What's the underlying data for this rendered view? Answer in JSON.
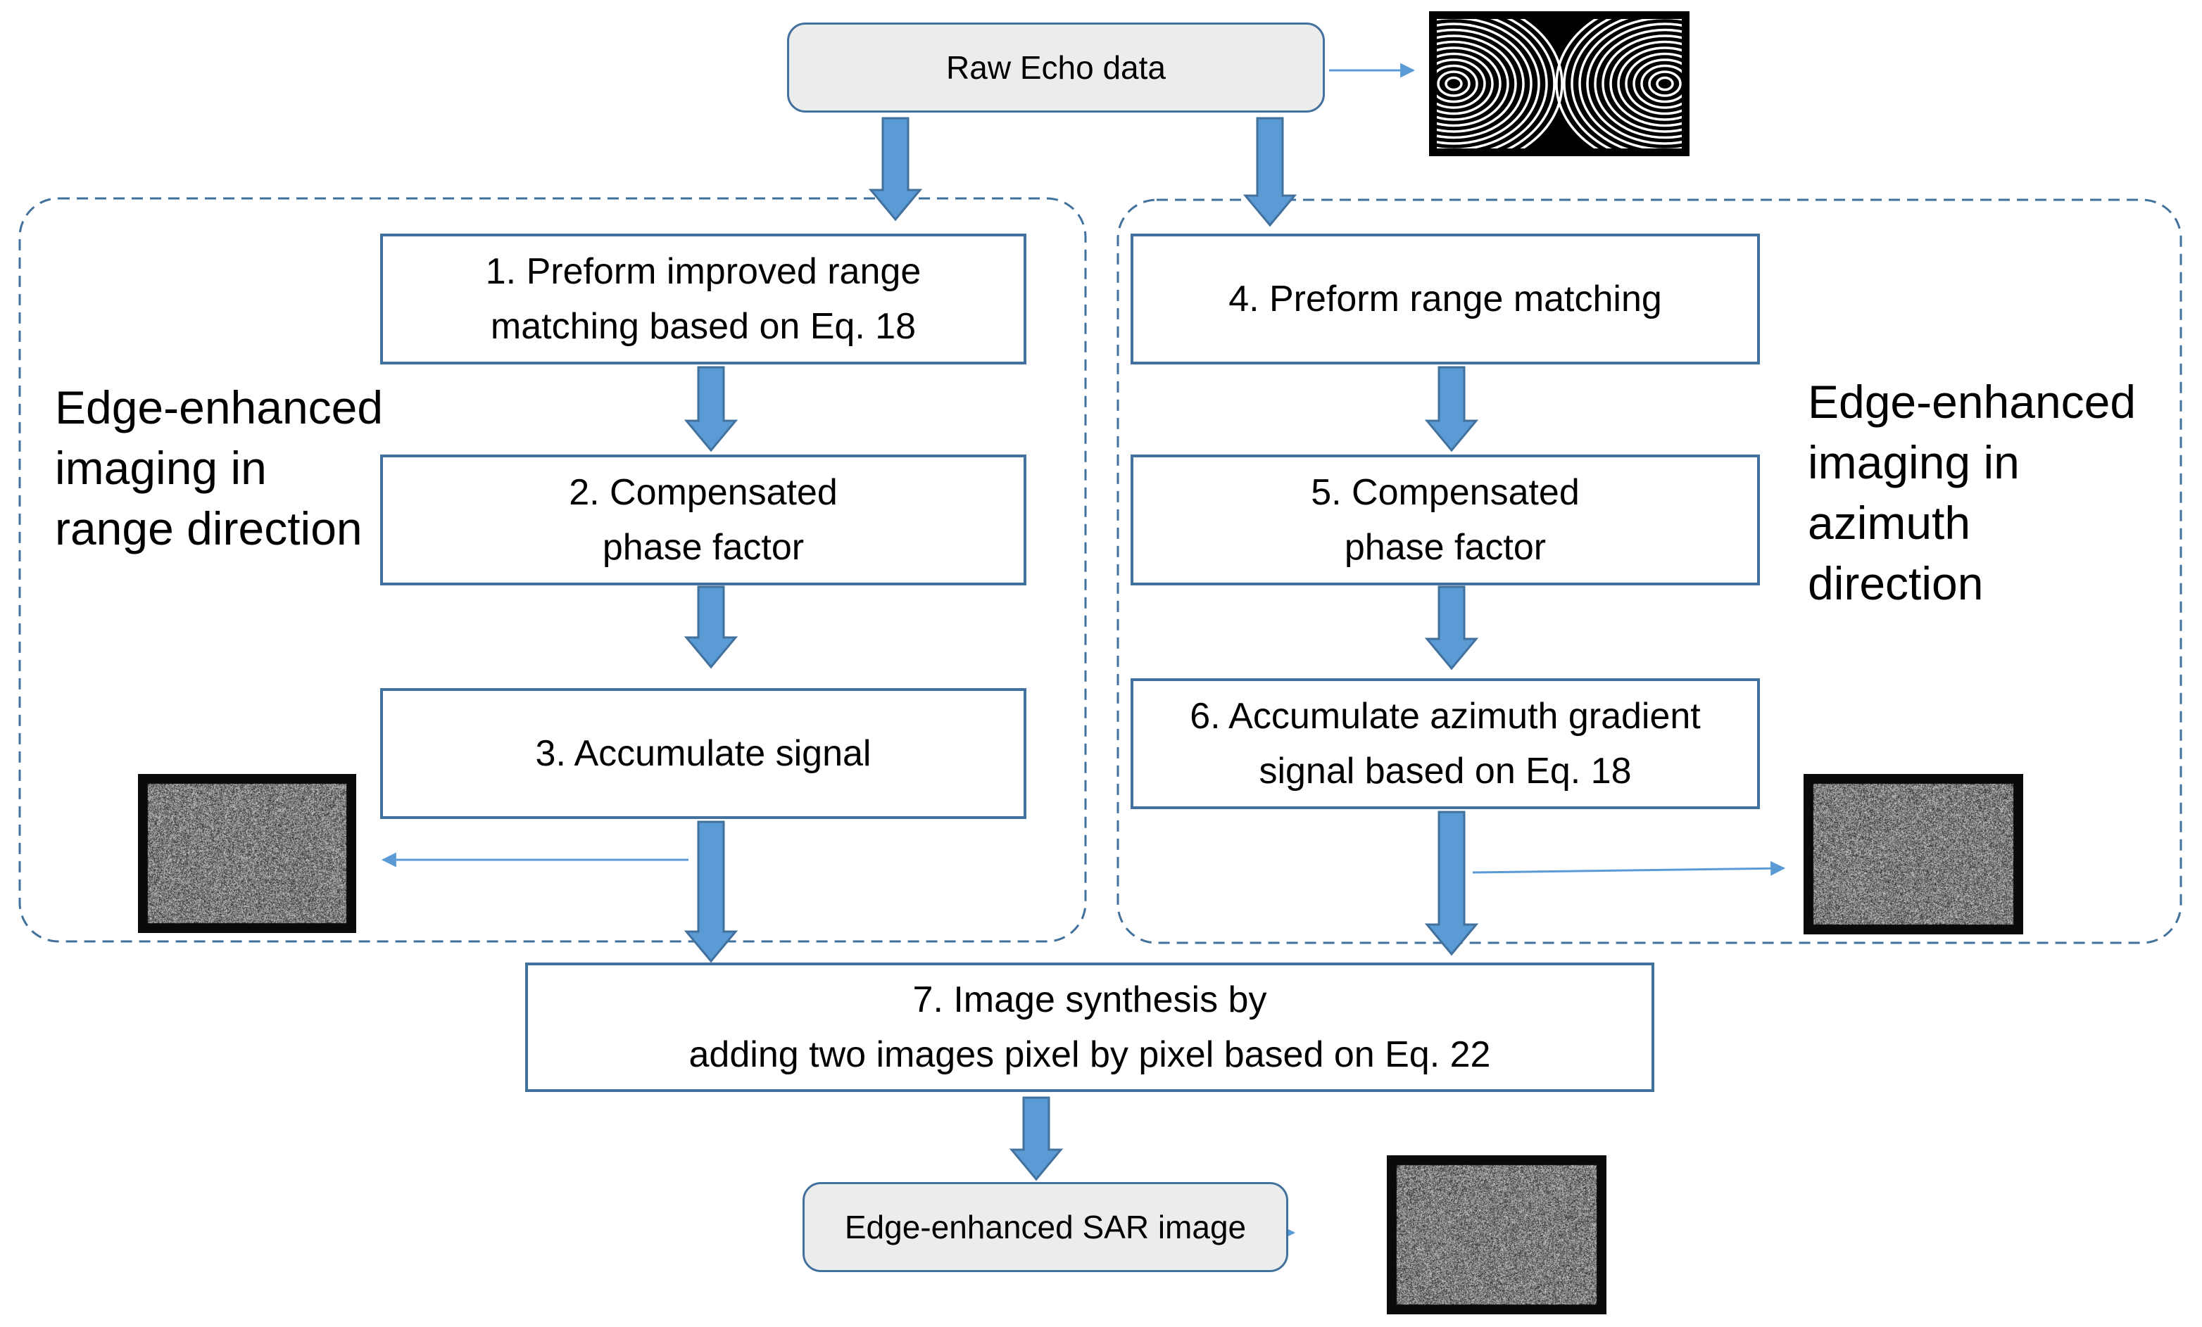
{
  "nodes": {
    "raw": {
      "label": "Raw Echo data"
    },
    "step1": {
      "lines": [
        "1. Preform improved range",
        "matching based on Eq. 18"
      ]
    },
    "step2": {
      "lines": [
        "2. Compensated",
        "phase factor"
      ]
    },
    "step3": {
      "lines": [
        "3. Accumulate signal"
      ]
    },
    "step4": {
      "lines": [
        "4. Preform range matching"
      ]
    },
    "step5": {
      "lines": [
        "5. Compensated",
        "phase factor"
      ]
    },
    "step6": {
      "lines": [
        "6. Accumulate azimuth gradient",
        "signal based on Eq. 18"
      ]
    },
    "step7": {
      "lines": [
        "7. Image synthesis by",
        "adding two images pixel by pixel based on Eq. 22"
      ]
    },
    "output": {
      "label": "Edge-enhanced SAR image"
    }
  },
  "groups": {
    "range": {
      "lines": [
        "Edge-enhanced",
        "imaging in",
        "range direction"
      ]
    },
    "azimuth": {
      "lines": [
        "Edge-enhanced",
        "imaging in",
        "azimuth",
        "direction"
      ]
    }
  },
  "edges": [
    {
      "from": "raw",
      "to": "step1"
    },
    {
      "from": "raw",
      "to": "step4"
    },
    {
      "from": "step1",
      "to": "step2"
    },
    {
      "from": "step2",
      "to": "step3"
    },
    {
      "from": "step3",
      "to": "step7"
    },
    {
      "from": "step4",
      "to": "step5"
    },
    {
      "from": "step5",
      "to": "step6"
    },
    {
      "from": "step6",
      "to": "step7"
    },
    {
      "from": "step7",
      "to": "output"
    }
  ],
  "thumbnails": [
    {
      "name": "raw-echo-pattern-image",
      "kind": "interference-pattern"
    },
    {
      "name": "range-edge-image",
      "kind": "speckle"
    },
    {
      "name": "azimuth-edge-image",
      "kind": "speckle"
    },
    {
      "name": "sar-output-image",
      "kind": "speckle"
    }
  ],
  "colors": {
    "box_border": "#41719c",
    "arrow_fill": "#5b9bd5",
    "arrow_stroke": "#41719c",
    "group_dash": "#41719c",
    "terminal_fill": "#ececec"
  }
}
